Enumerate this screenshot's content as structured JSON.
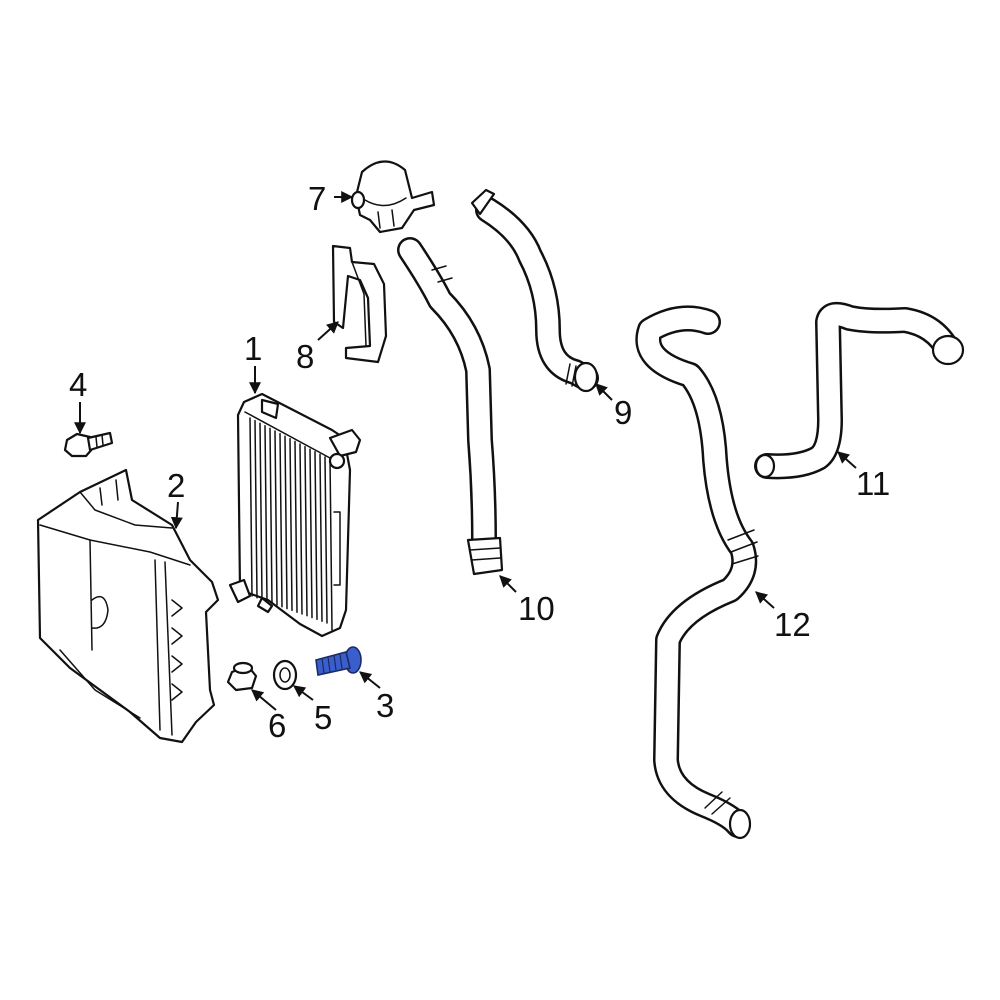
{
  "diagram": {
    "highlight_color": "#3a5fcd",
    "line_color": "#111111",
    "callouts": [
      {
        "label": "1"
      },
      {
        "label": "2"
      },
      {
        "label": "3"
      },
      {
        "label": "4"
      },
      {
        "label": "5"
      },
      {
        "label": "6"
      },
      {
        "label": "7"
      },
      {
        "label": "8"
      },
      {
        "label": "9"
      },
      {
        "label": "10"
      },
      {
        "label": "11"
      },
      {
        "label": "12"
      }
    ]
  }
}
